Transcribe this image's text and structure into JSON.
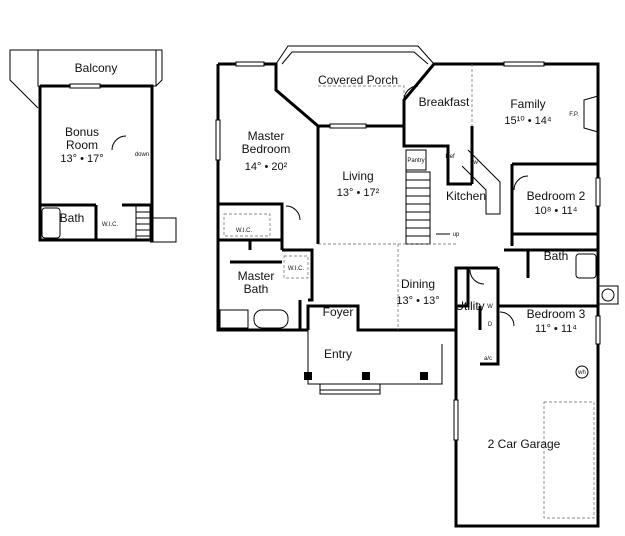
{
  "rooms": {
    "balcony": {
      "name": "Balcony"
    },
    "bonus": {
      "name": "Bonus\nRoom",
      "dim": "13° • 17°"
    },
    "bonus_bath": {
      "name": "Bath"
    },
    "bonus_wic": {
      "name": "W.I.C."
    },
    "down": {
      "name": "down"
    },
    "covered_porch": {
      "name": "Covered Porch"
    },
    "breakfast": {
      "name": "Breakfast"
    },
    "family": {
      "name": "Family",
      "dim": "15¹⁰ • 14⁴"
    },
    "fp": {
      "name": "F.P."
    },
    "master_bedroom": {
      "name": "Master\nBedroom",
      "dim": "14° • 20²"
    },
    "living": {
      "name": "Living",
      "dim": "13° • 17²"
    },
    "pantry": {
      "name": "Pantry"
    },
    "ref": {
      "name": "Ref"
    },
    "dw": {
      "name": "dw"
    },
    "kitchen": {
      "name": "Kitchen"
    },
    "up": {
      "name": "up"
    },
    "bedroom2": {
      "name": "Bedroom 2",
      "dim": "10⁸ • 11⁴"
    },
    "master_wic1": {
      "name": "W.I.C."
    },
    "master_wic2": {
      "name": "W.I.C."
    },
    "master_bath": {
      "name": "Master\nBath"
    },
    "bath": {
      "name": "Bath"
    },
    "dining": {
      "name": "Dining",
      "dim": "13° • 13°"
    },
    "utility": {
      "name": "Utility"
    },
    "w": {
      "name": "W"
    },
    "d": {
      "name": "D"
    },
    "ac": {
      "name": "a/c"
    },
    "bedroom3": {
      "name": "Bedroom 3",
      "dim": "11° • 11⁴"
    },
    "foyer": {
      "name": "Foyer"
    },
    "entry": {
      "name": "Entry"
    },
    "wh": {
      "name": "wh"
    },
    "garage": {
      "name": "2 Car Garage"
    }
  }
}
